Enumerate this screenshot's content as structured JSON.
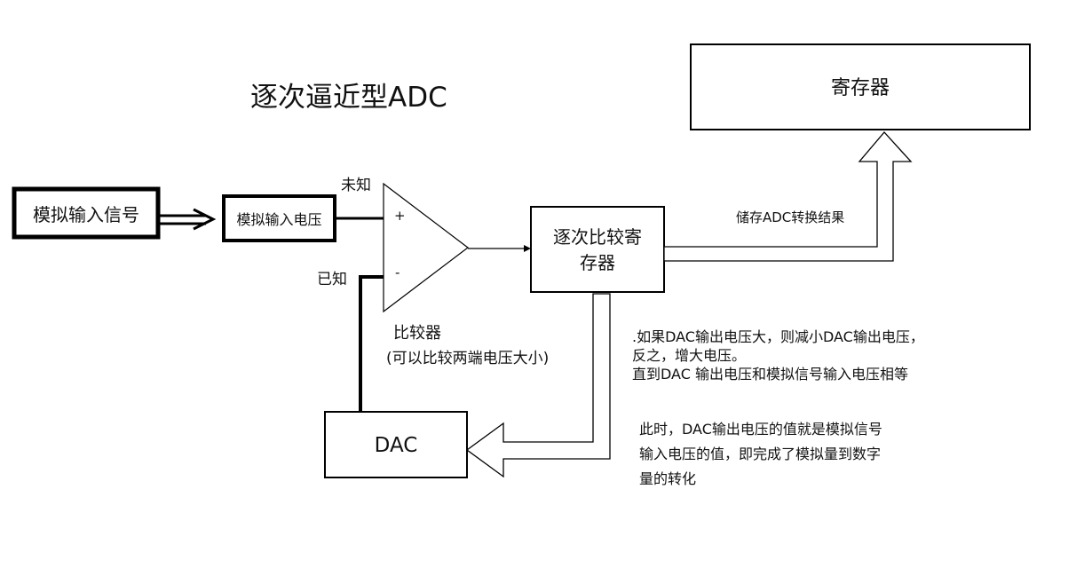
{
  "title": "逐次逼近型ADC",
  "blocks": {
    "analog_input_signal": "模拟输入信号",
    "analog_input_voltage": "模拟输入电压",
    "sar": [
      "逐次比较寄",
      "存器"
    ],
    "register": "寄存器",
    "dac": "DAC"
  },
  "comparator": {
    "plus": "+",
    "minus": "-",
    "unknown_label": "未知",
    "known_label": "已知",
    "name": "比较器",
    "description": "(可以比较两端电压大小)"
  },
  "arrow_labels": {
    "store_result": "储存ADC转换结果"
  },
  "notes": {
    "feedback": [
      ".如果DAC输出电压大，则减小DAC输出电压，",
      "反之，增大电压。",
      "直到DAC 输出电压和模拟信号输入电压相等"
    ],
    "conclusion": [
      "此时，DAC输出电压的值就是模拟信号",
      "输入电压的值，即完成了模拟量到数字",
      "量的转化"
    ]
  }
}
